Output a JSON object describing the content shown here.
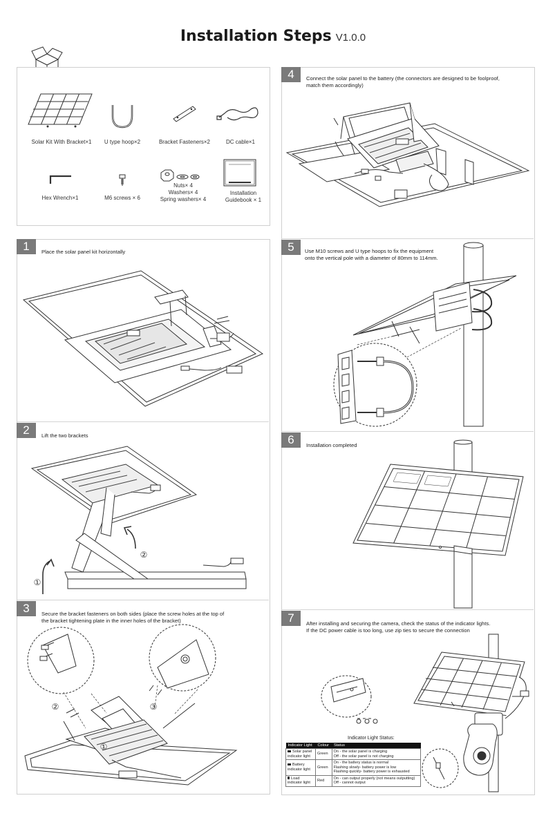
{
  "header": {
    "title": "Installation Steps",
    "version": "V1.0.0"
  },
  "kit": {
    "items": [
      {
        "label": "Solar Kit With Bracket×1",
        "icon": "solar-kit-icon"
      },
      {
        "label": "U type hoop×2",
        "icon": "u-hoop-icon"
      },
      {
        "label": "Bracket Fasteners×2",
        "icon": "bracket-fastener-icon"
      },
      {
        "label": "DC cable×1",
        "icon": "dc-cable-icon"
      },
      {
        "label": "Hex Wrench×1",
        "icon": "hex-wrench-icon"
      },
      {
        "label": "M6 screws × 6",
        "icon": "m6-screw-icon"
      },
      {
        "label": "Nuts× 4\nWashers× 4\nSpring washers× 4",
        "icon": "nuts-washers-icon"
      },
      {
        "label": "Installation\nGuidebook × 1",
        "icon": "guidebook-icon"
      }
    ]
  },
  "steps": [
    {
      "number": "1",
      "text": "Place the solar panel kit horizontally"
    },
    {
      "number": "2",
      "text": "Lift the two brackets"
    },
    {
      "number": "3",
      "text": "Secure the bracket fasteners on both sides (place the screw holes at the top of\nthe bracket tightening plate in the inner holes of the bracket)"
    },
    {
      "number": "4",
      "text": "Connect the solar panel to the battery (the connectors are designed  to be foolproof,\nmatch them accordingly)"
    },
    {
      "number": "5",
      "text": "Use M10 screws and U type hoops to fix the equipment\nonto the vertical pole with a diameter of 80mm to 114mm."
    },
    {
      "number": "6",
      "text": "Installation completed"
    },
    {
      "number": "7",
      "text": "After installing and securing the camera, check the status of the indicator lights.\nIf the DC power cable is too long, use zip ties to secure the connection"
    }
  ],
  "callouts": {
    "one": "①",
    "two": "②",
    "three": "③"
  },
  "indicator": {
    "title": "Indicator Light Status:",
    "headers": [
      "Indicator Light",
      "Colour",
      "Status"
    ],
    "rows": [
      {
        "name": "Solar panel\nindicator light",
        "colour": "Green",
        "status": "On - the solar panel is charging\nOff - the solar panel is not charging"
      },
      {
        "name": "Battery\nindicator light",
        "colour": "Green",
        "status": "On - the battery status is normal\nFlashing slowly- battery power is low\nFlashing quickly- battery power is exhausted"
      },
      {
        "name": "Load\nindicator light",
        "colour": "Red",
        "status": "On - can output properly (not means outputting)\nOff - cannot output"
      }
    ]
  },
  "colors": {
    "badge": "#7a7a7a",
    "line": "#333333",
    "panel_border": "#cfcfcf"
  }
}
